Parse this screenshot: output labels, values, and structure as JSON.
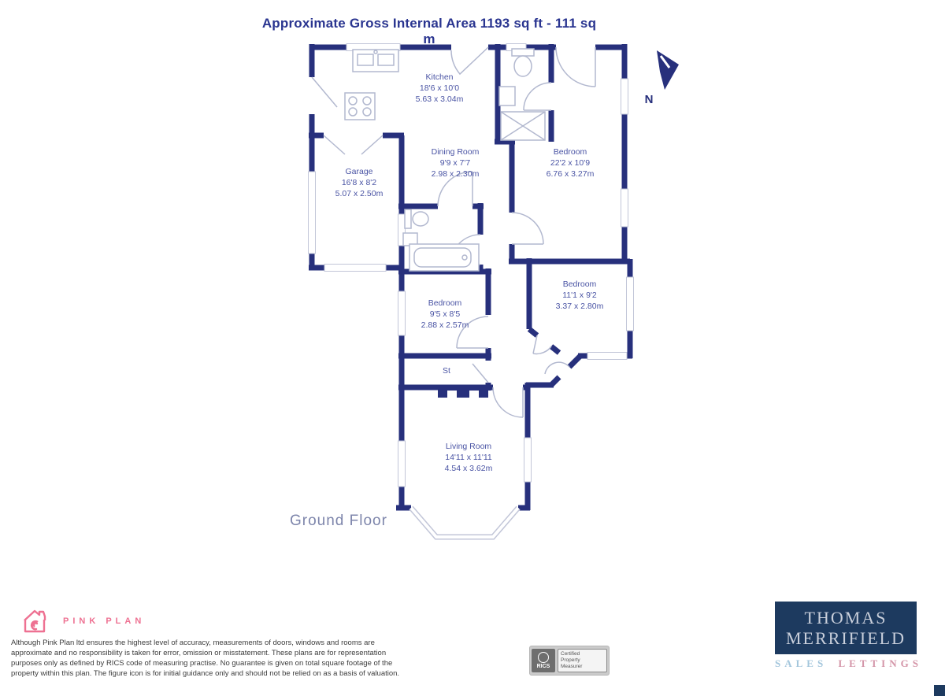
{
  "title": "Approximate Gross Internal Area 1193 sq ft - 111 sq m",
  "plan": {
    "floor_label": "Ground Floor",
    "north_label": "N",
    "rooms": {
      "kitchen": {
        "name": "Kitchen",
        "dims_ft": "18'6 x 10'0",
        "dims_m": "5.63 x 3.04m"
      },
      "dining": {
        "name": "Dining Room",
        "dims_ft": "9'9 x 7'7",
        "dims_m": "2.98 x 2.30m"
      },
      "garage": {
        "name": "Garage",
        "dims_ft": "16'8 x 8'2",
        "dims_m": "5.07 x 2.50m"
      },
      "bedroom1": {
        "name": "Bedroom",
        "dims_ft": "22'2 x 10'9",
        "dims_m": "6.76 x 3.27m"
      },
      "bedroom2": {
        "name": "Bedroom",
        "dims_ft": "11'1 x 9'2",
        "dims_m": "3.37 x 2.80m"
      },
      "bedroom3": {
        "name": "Bedroom",
        "dims_ft": "9'5 x 8'5",
        "dims_m": "2.88 x 2.57m"
      },
      "store": {
        "name": "St"
      },
      "living": {
        "name": "Living Room",
        "dims_ft": "14'11 x 11'11",
        "dims_m": "4.54 x 3.62m"
      }
    }
  },
  "footer": {
    "pink_plan": {
      "brand": "PINK PLAN",
      "disclaimer_lines": [
        "Although Pink Plan ltd ensures the highest level of accuracy, measurements of doors, windows and rooms are",
        "approximate and no responsibility is taken for error, omission or misstatement. These plans are for representation",
        "purposes only as defined by RICS code of measuring practise. No guarantee is given on total square footage of the",
        "property within this plan. The figure icon is for initial guidance only and should not be relied on as a basis of valuation."
      ]
    },
    "rics_badge": {
      "org": "RICS",
      "certification": [
        "Certified",
        "Property",
        "Measurer"
      ]
    },
    "agent": {
      "name_line1": "THOMAS",
      "name_line2": "MERRIFIELD",
      "services_1": "SALES",
      "services_2": "LETTINGS"
    }
  },
  "colors": {
    "wall_navy": "#27307c",
    "room_label_blue": "#4a54a4",
    "title_navy": "#2a3590",
    "pink_brand": "#ee7192",
    "agent_navy": "#1d3a5f",
    "agent_sales_blue": "#a3c6dc",
    "agent_lettings_pink": "#d495a8"
  }
}
